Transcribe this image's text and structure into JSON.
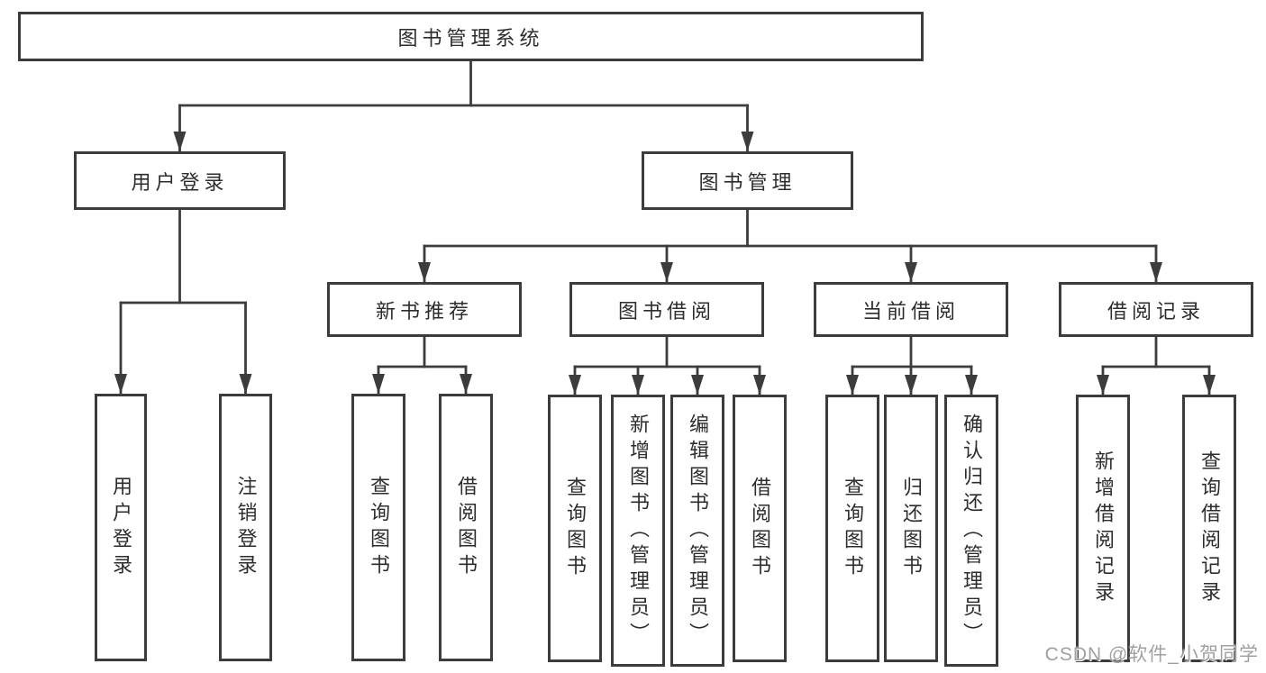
{
  "colors": {
    "background": "#ffffff",
    "line": "#3c3c3c",
    "box_border": "#3c3c3c",
    "box_fill": "#ffffff",
    "text": "#2d2d2d",
    "watermark": "#98989b"
  },
  "watermark": {
    "text": "CSDN @软件_小贺同学"
  },
  "tree": {
    "root": {
      "id": "library-management-system",
      "label": "图书管理系统"
    },
    "level2": [
      {
        "id": "user-login",
        "label": "用户登录",
        "parent": "library-management-system"
      },
      {
        "id": "book-management",
        "label": "图书管理",
        "parent": "library-management-system"
      }
    ],
    "level3": [
      {
        "id": "new-book-recommend",
        "label": "新书推荐",
        "parent": "book-management"
      },
      {
        "id": "book-borrow",
        "label": "图书借阅",
        "parent": "book-management"
      },
      {
        "id": "current-borrow",
        "label": "当前借阅",
        "parent": "book-management"
      },
      {
        "id": "borrow-records",
        "label": "借阅记录",
        "parent": "book-management"
      }
    ],
    "leaves": [
      {
        "id": "user-login-leaf",
        "label": "用户登录",
        "parent": "user-login"
      },
      {
        "id": "logout-login",
        "label": "注销登录",
        "parent": "user-login"
      },
      {
        "id": "query-books-recommend",
        "label": "查询图书",
        "parent": "new-book-recommend"
      },
      {
        "id": "borrow-book-recommend",
        "label": "借阅图书",
        "parent": "new-book-recommend"
      },
      {
        "id": "query-books-borrow",
        "label": "查询图书",
        "parent": "book-borrow"
      },
      {
        "id": "add-book-admin",
        "label": "新增图书（管理员）",
        "parent": "book-borrow"
      },
      {
        "id": "edit-book-admin",
        "label": "编辑图书（管理员）",
        "parent": "book-borrow"
      },
      {
        "id": "borrow-book",
        "label": "借阅图书",
        "parent": "book-borrow"
      },
      {
        "id": "query-books-current",
        "label": "查询图书",
        "parent": "current-borrow"
      },
      {
        "id": "return-book",
        "label": "归还图书",
        "parent": "current-borrow"
      },
      {
        "id": "confirm-return-admin",
        "label": "确认归还（管理员）",
        "parent": "current-borrow"
      },
      {
        "id": "add-borrow-record",
        "label": "新增借阅记录",
        "parent": "borrow-records"
      },
      {
        "id": "query-borrow-record",
        "label": "查询借阅记录",
        "parent": "borrow-records"
      }
    ]
  }
}
